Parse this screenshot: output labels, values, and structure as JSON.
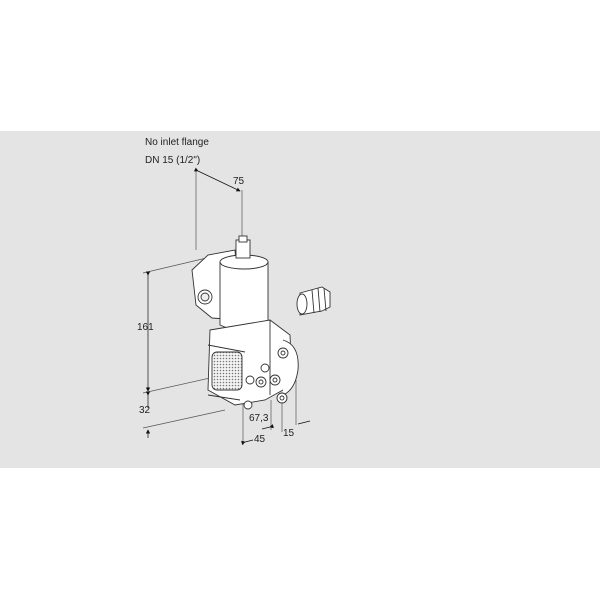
{
  "drawing": {
    "background_band_color": "#e4e4e4",
    "note_line1": "No inlet flange",
    "note_line2": "DN 15 (1/2\")",
    "dimensions": {
      "top_width": "75",
      "height_total": "161",
      "height_bottom": "32",
      "depth_a": "67,3",
      "depth_b": "45",
      "depth_c": "15"
    },
    "components": [
      "valve-body",
      "solenoid-coil",
      "mesh-filter",
      "cable-gland"
    ]
  }
}
